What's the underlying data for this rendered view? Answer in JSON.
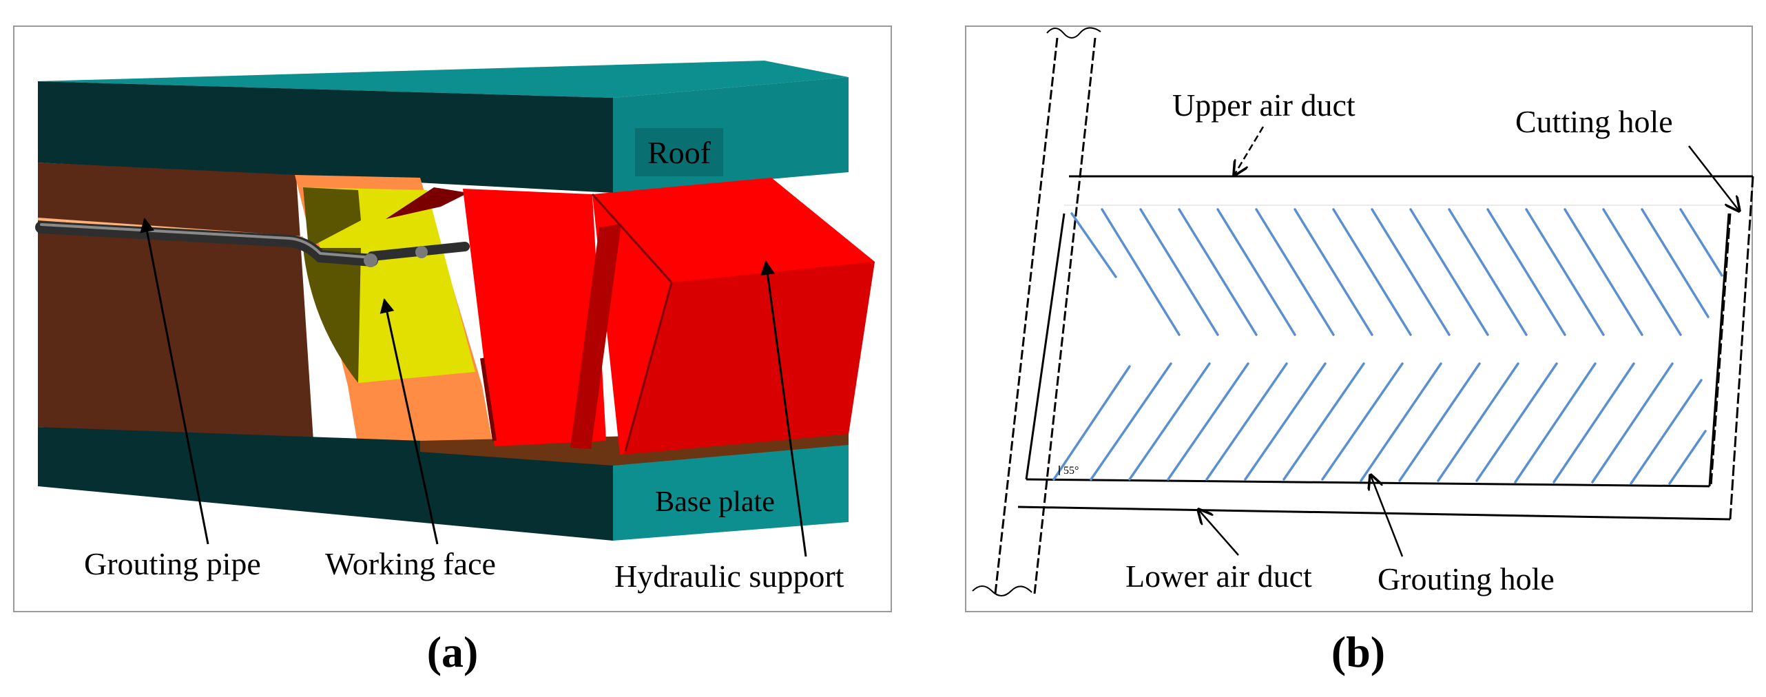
{
  "panel_a": {
    "caption": "(a)",
    "labels": {
      "roof": "Roof",
      "base_plate": "Base plate",
      "grouting_pipe": "Grouting pipe",
      "working_face": "Working face",
      "hydraulic_support": "Hydraulic support"
    }
  },
  "panel_b": {
    "caption": "(b)",
    "labels": {
      "upper_air_duct": "Upper air duct",
      "cutting_hole": "Cutting hole",
      "lower_air_duct": "Lower air duct",
      "grouting_hole": "Grouting hole",
      "angle": "55°"
    }
  },
  "colors": {
    "teal_top": "#0e8f8f",
    "teal_dark": "#062f31",
    "rock_brown": "#5b2a16",
    "coal_yellow": "#e2e000",
    "orange": "#ff8c45",
    "support_red": "#ff0000",
    "support_dark_red": "#c60000",
    "hole_blue": "#5a8fd0"
  }
}
